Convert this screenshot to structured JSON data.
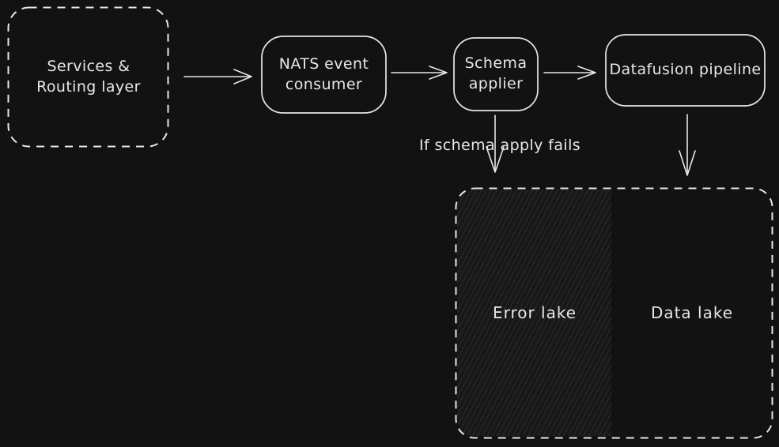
{
  "canvas": {
    "background": "#121212",
    "stroke": "#e7e7e7"
  },
  "nodes": {
    "services_routing": {
      "label": "Services & Routing layer",
      "style": "dashed"
    },
    "nats_consumer": {
      "label": "NATS event consumer",
      "style": "solid"
    },
    "schema_applier": {
      "label": "Schema applier",
      "style": "solid"
    },
    "datafusion": {
      "label": "Datafusion pipeline",
      "style": "solid"
    },
    "lakes_container": {
      "style": "dashed"
    },
    "error_lake": {
      "label": "Error lake",
      "fill": "hachure"
    },
    "data_lake": {
      "label": "Data lake",
      "fill": "none"
    }
  },
  "edges": [
    {
      "from": "services_routing",
      "to": "nats_consumer",
      "label": ""
    },
    {
      "from": "nats_consumer",
      "to": "schema_applier",
      "label": ""
    },
    {
      "from": "schema_applier",
      "to": "datafusion",
      "label": ""
    },
    {
      "from": "schema_applier",
      "to": "error_lake",
      "label": "If schema apply fails"
    },
    {
      "from": "datafusion",
      "to": "data_lake",
      "label": ""
    }
  ]
}
